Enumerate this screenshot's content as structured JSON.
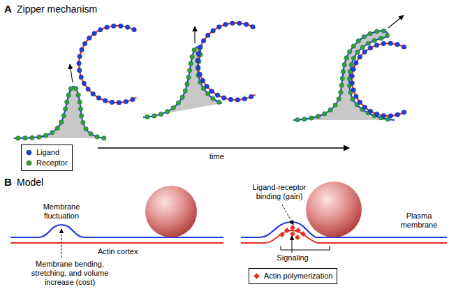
{
  "diagram": {
    "labels": [
      "A",
      "Zipper mechanism",
      "time",
      "B",
      "Model",
      "Membrane fluctuation",
      "Actin cortex",
      "Membrane bending, stretching, and volume increase (cost)",
      "Ligand-receptor binding (gain)",
      "Plasma membrane",
      "Signaling"
    ],
    "legend": [
      {
        "text": "Ligand",
        "color": "#1f3fd8"
      },
      {
        "text": "Receptor",
        "color": "#2ea043"
      },
      {
        "text": "Actin polymerization",
        "color": "#e8301c"
      }
    ]
  }
}
